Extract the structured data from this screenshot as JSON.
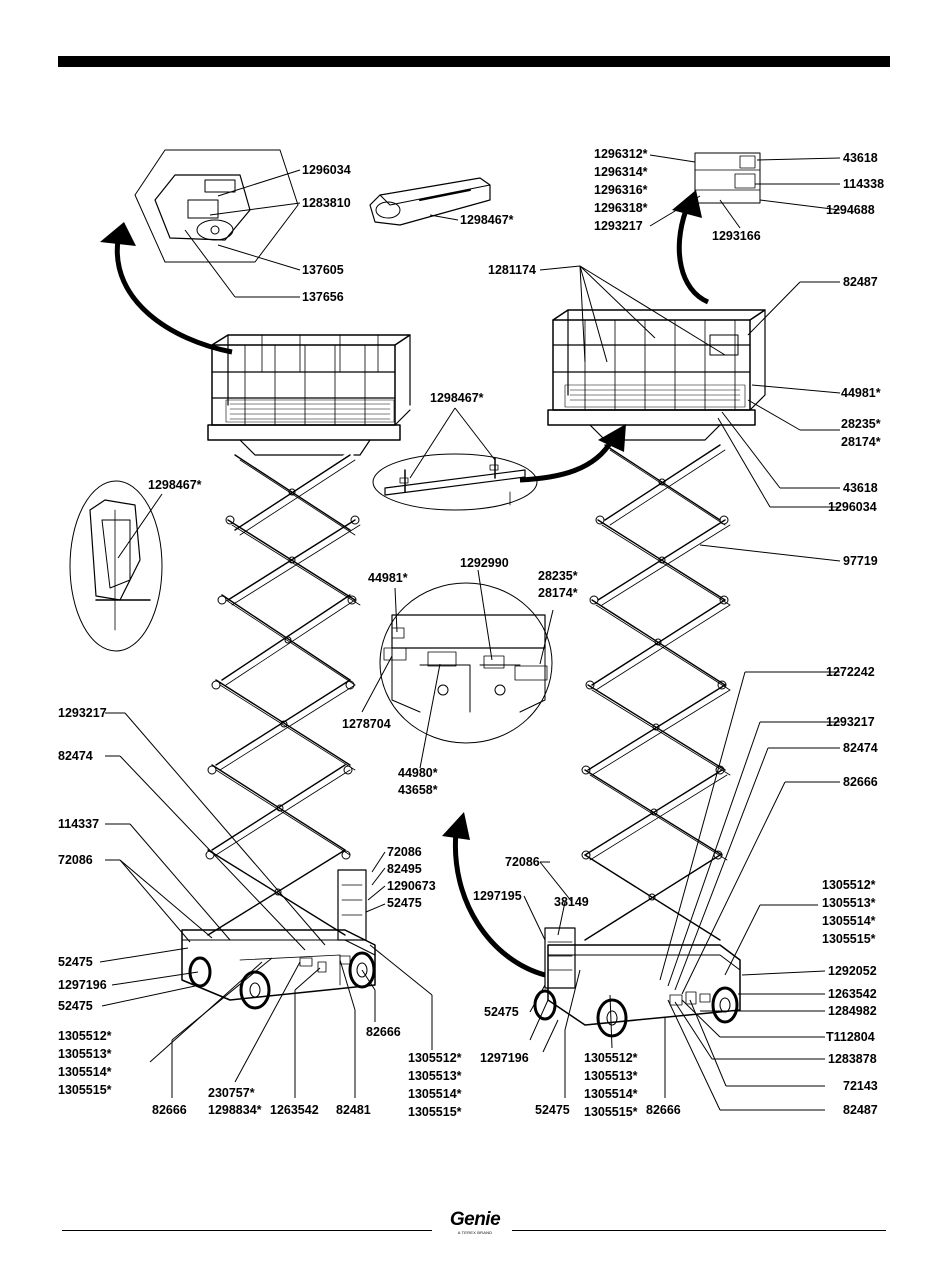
{
  "labels": {
    "l1296034a": "1296034",
    "l1283810": "1283810",
    "l137605": "137605",
    "l137656": "137656",
    "l1298467a": "1298467*",
    "l1296312": "1296312*",
    "l1296314": "1296314*",
    "l1296316": "1296316*",
    "l1296318": "1296318*",
    "l1293217a": "1293217",
    "l43618a": "43618",
    "l114338": "114338",
    "l1294688": "1294688",
    "l1293166": "1293166",
    "l1281174": "1281174",
    "l82487a": "82487",
    "l44981a": "44981*",
    "l28235a": "28235*",
    "l28174a": "28174*",
    "l43618b": "43618",
    "l1296034b": "1296034",
    "l1298467b": "1298467*",
    "l1298467c": "1298467*",
    "l97719": "97719",
    "l44981b": "44981*",
    "l1292990": "1292990",
    "l28235b": "28235*",
    "l28174b": "28174*",
    "l1278704": "1278704",
    "l44980": "44980*",
    "l43658": "43658*",
    "l1272242": "1272242",
    "l1293217b": "1293217",
    "l82474a": "82474",
    "l82666a": "82666",
    "l1293217c": "1293217",
    "l82474b": "82474",
    "l114337": "114337",
    "l72086a": "72086",
    "l72086b": "72086",
    "l82495": "82495",
    "l1290673": "1290673",
    "l52475a": "52475",
    "l72086c": "72086",
    "l1297195": "1297195",
    "l38149": "38149",
    "l1305512a": "1305512*",
    "l1305513a": "1305513*",
    "l1305514a": "1305514*",
    "l1305515a": "1305515*",
    "l1292052": "1292052",
    "l1263542a": "1263542",
    "l1284982": "1284982",
    "l112804": "T112804",
    "l1283878": "1283878",
    "l72143": "72143",
    "l82487b": "82487",
    "l52475b": "52475",
    "l1297196a": "1297196",
    "l52475c": "52475",
    "l1305512b": "1305512*",
    "l1305513b": "1305513*",
    "l1305514b": "1305514*",
    "l1305515b": "1305515*",
    "l82666b": "82666",
    "l1305512c": "1305512*",
    "l1305513c": "1305513*",
    "l1305514c": "1305514*",
    "l1305515c": "1305515*",
    "l82666c": "82666",
    "l230757": "230757*",
    "l1298834": "1298834*",
    "l1263542b": "1263542",
    "l82481": "82481",
    "l52475d": "52475",
    "l1297196b": "1297196",
    "l52475e": "52475",
    "l1305512d": "1305512*",
    "l1305513d": "1305513*",
    "l1305514d": "1305514*",
    "l1305515d": "1305515*",
    "l82666d": "82666"
  },
  "footer": {
    "logo_word": "Genie",
    "logo_tagline": "A TEREX BRAND"
  }
}
